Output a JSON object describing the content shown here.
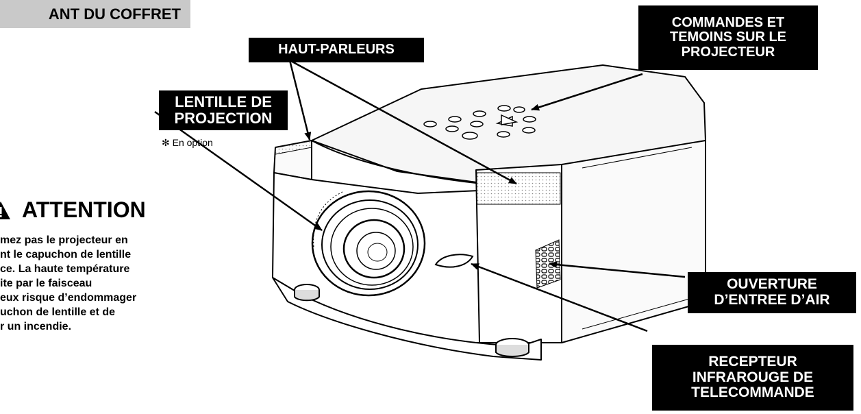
{
  "header": {
    "title": "ANT DU COFFRET"
  },
  "callouts": {
    "speakers": [
      "HAUT-PARLEURS"
    ],
    "controls": [
      "COMMANDES ET",
      "TEMOINS SUR LE",
      "PROJECTEUR"
    ],
    "lens": [
      "LENTILLE DE",
      "PROJECTION"
    ],
    "air_intake": [
      "OUVERTURE",
      "D’ENTREE D’AIR"
    ],
    "ir_receiver": [
      "RECEPTEUR",
      "INFRAROUGE DE",
      "TELECOMMANDE"
    ]
  },
  "lens_note": "✻ En option",
  "caution": {
    "title": "ATTENTION",
    "lines": [
      "mez pas le projecteur en",
      "nt le capuchon de lentille",
      "ce. La haute température",
      "ite par le faisceau",
      "eux risque d’endommager",
      "uchon de lentille et de",
      "r un incendie."
    ]
  },
  "colors": {
    "callout_bg": "#000000",
    "callout_text": "#ffffff",
    "header_bg": "#c9c9c9"
  }
}
